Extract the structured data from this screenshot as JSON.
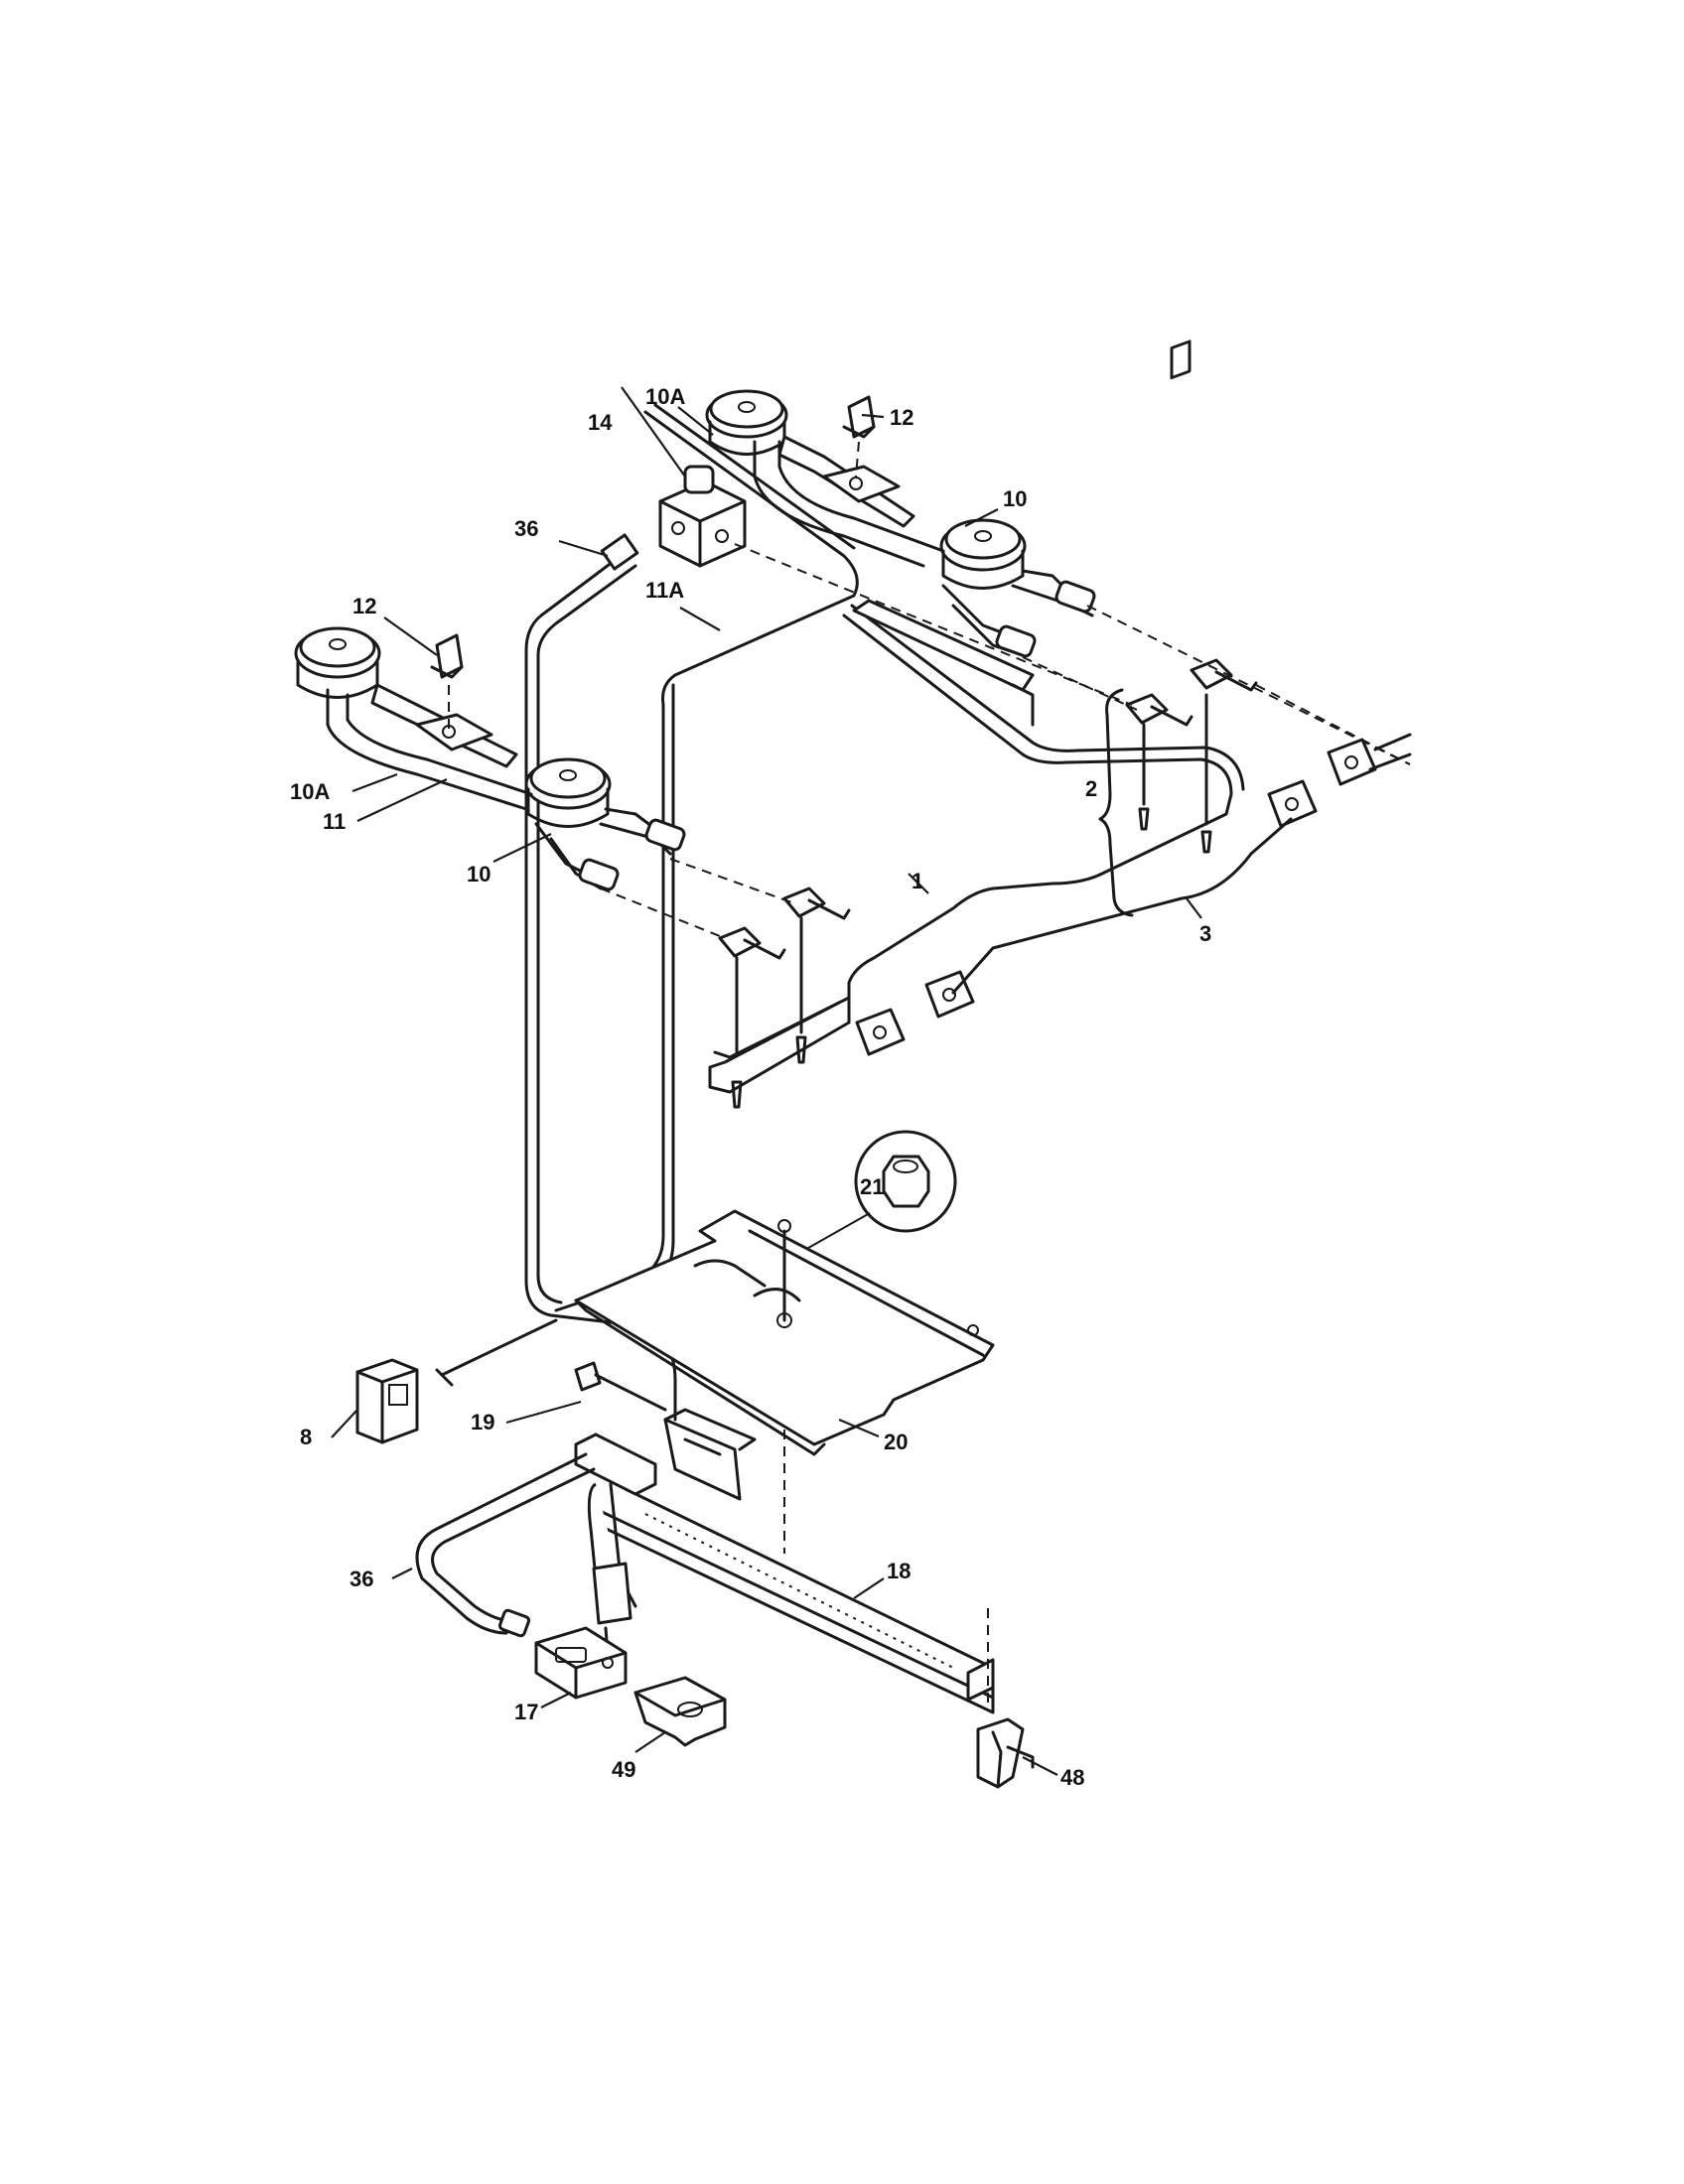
{
  "callouts": {
    "c1": "1",
    "c2": "2",
    "c3": "3",
    "c8": "8",
    "c10_left": "10",
    "c10_right": "10",
    "c10a_left": "10A",
    "c10a_top": "10A",
    "c11": "11",
    "c11a": "11A",
    "c12_left": "12",
    "c12_right": "12",
    "c14": "14",
    "c17": "17",
    "c18": "18",
    "c19": "19",
    "c20": "20",
    "c21": "21",
    "c36_top": "36",
    "c36_bottom": "36",
    "c48": "48",
    "c49": "49"
  }
}
